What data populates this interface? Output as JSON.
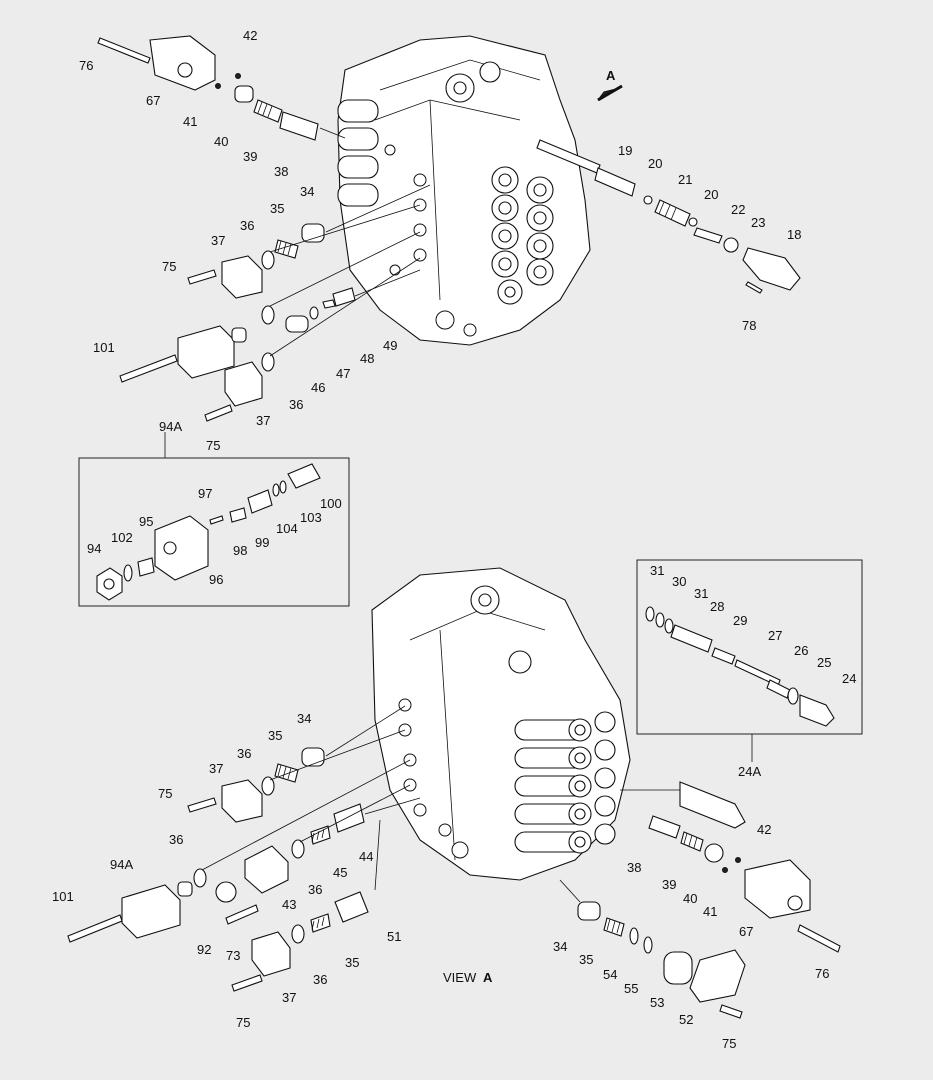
{
  "diagram": {
    "view_caption": {
      "prefix": "VIEW",
      "letter": "A"
    },
    "arrow_label": "A",
    "labels_top": [
      "76",
      "42",
      "67",
      "41",
      "40",
      "39",
      "38",
      "34",
      "36",
      "35",
      "37",
      "75",
      "101",
      "94A",
      "75",
      "37",
      "36",
      "46",
      "47",
      "48",
      "49",
      "19",
      "20",
      "21",
      "20",
      "22",
      "23",
      "18",
      "78"
    ],
    "labels_inset_left": [
      "97",
      "100",
      "103",
      "104",
      "99",
      "98",
      "95",
      "102",
      "94",
      "96"
    ],
    "labels_inset_right": [
      "31",
      "30",
      "31",
      "28",
      "29",
      "27",
      "26",
      "25",
      "24"
    ],
    "label_inset_right_ref": "24A",
    "labels_bottom": [
      "34",
      "35",
      "36",
      "37",
      "75",
      "36",
      "101",
      "94A",
      "92",
      "73",
      "43",
      "36",
      "45",
      "44",
      "51",
      "36",
      "35",
      "37",
      "75",
      "38",
      "39",
      "40",
      "41",
      "42",
      "67",
      "76",
      "34",
      "35",
      "54",
      "55",
      "53",
      "52",
      "75"
    ]
  }
}
